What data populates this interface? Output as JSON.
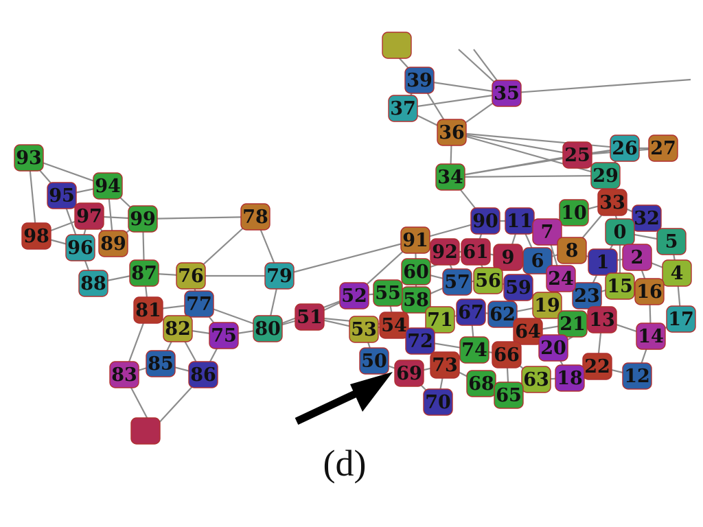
{
  "caption": "(d)",
  "colors": {
    "edge": "#8c8c8c",
    "border": "#b03030",
    "arrow": "#000000",
    "palette": {
      "green": "#33a33a",
      "blue": "#2a61a8",
      "navy": "#3b35a6",
      "purple": "#8b2bb5",
      "magenta": "#a8329e",
      "crimson": "#b02b4f",
      "red": "#b33a2a",
      "brown": "#b8752a",
      "olive": "#a8a830",
      "teal": "#2b9fa3",
      "lime": "#8fb531",
      "sea": "#2aa07a"
    }
  },
  "nodes": [
    {
      "id": "39",
      "color": "blue"
    },
    {
      "id": "37",
      "color": "teal"
    },
    {
      "id": "35",
      "color": "purple"
    },
    {
      "id": "36",
      "color": "brown"
    },
    {
      "id": "34",
      "color": "green"
    },
    {
      "id": "25",
      "color": "crimson"
    },
    {
      "id": "26",
      "color": "teal"
    },
    {
      "id": "27",
      "color": "brown"
    },
    {
      "id": "29",
      "color": "sea"
    },
    {
      "id": "33",
      "color": "red"
    },
    {
      "id": "32",
      "color": "navy"
    },
    {
      "id": "10",
      "color": "green"
    },
    {
      "id": "11",
      "color": "navy"
    },
    {
      "id": "90",
      "color": "navy"
    },
    {
      "id": "7",
      "color": "magenta"
    },
    {
      "id": "0",
      "color": "sea"
    },
    {
      "id": "5",
      "color": "sea"
    },
    {
      "id": "2",
      "color": "magenta"
    },
    {
      "id": "1",
      "color": "navy"
    },
    {
      "id": "8",
      "color": "brown"
    },
    {
      "id": "6",
      "color": "blue"
    },
    {
      "id": "9",
      "color": "crimson"
    },
    {
      "id": "61",
      "color": "crimson"
    },
    {
      "id": "92",
      "color": "crimson"
    },
    {
      "id": "91",
      "color": "brown"
    },
    {
      "id": "4",
      "color": "lime"
    },
    {
      "id": "16",
      "color": "brown"
    },
    {
      "id": "15",
      "color": "lime"
    },
    {
      "id": "23",
      "color": "blue"
    },
    {
      "id": "24",
      "color": "magenta"
    },
    {
      "id": "59",
      "color": "navy"
    },
    {
      "id": "56",
      "color": "lime"
    },
    {
      "id": "57",
      "color": "blue"
    },
    {
      "id": "60",
      "color": "green"
    },
    {
      "id": "58",
      "color": "green"
    },
    {
      "id": "55",
      "color": "green"
    },
    {
      "id": "52",
      "color": "purple"
    },
    {
      "id": "19",
      "color": "olive"
    },
    {
      "id": "13",
      "color": "crimson"
    },
    {
      "id": "21",
      "color": "green"
    },
    {
      "id": "17",
      "color": "teal"
    },
    {
      "id": "14",
      "color": "magenta"
    },
    {
      "id": "62",
      "color": "blue"
    },
    {
      "id": "67",
      "color": "navy"
    },
    {
      "id": "71",
      "color": "lime"
    },
    {
      "id": "54",
      "color": "red"
    },
    {
      "id": "53",
      "color": "olive"
    },
    {
      "id": "64",
      "color": "red"
    },
    {
      "id": "20",
      "color": "purple"
    },
    {
      "id": "72",
      "color": "navy"
    },
    {
      "id": "74",
      "color": "green"
    },
    {
      "id": "66",
      "color": "red"
    },
    {
      "id": "22",
      "color": "red"
    },
    {
      "id": "12",
      "color": "blue"
    },
    {
      "id": "73",
      "color": "red"
    },
    {
      "id": "69",
      "color": "crimson"
    },
    {
      "id": "50",
      "color": "blue"
    },
    {
      "id": "68",
      "color": "green"
    },
    {
      "id": "63",
      "color": "lime"
    },
    {
      "id": "18",
      "color": "purple"
    },
    {
      "id": "65",
      "color": "green"
    },
    {
      "id": "70",
      "color": "navy"
    },
    {
      "id": "51",
      "color": "crimson"
    },
    {
      "id": "80",
      "color": "sea"
    },
    {
      "id": "79",
      "color": "teal"
    },
    {
      "id": "78",
      "color": "brown"
    },
    {
      "id": "76",
      "color": "olive"
    },
    {
      "id": "77",
      "color": "blue"
    },
    {
      "id": "75",
      "color": "purple"
    },
    {
      "id": "81",
      "color": "red"
    },
    {
      "id": "82",
      "color": "olive"
    },
    {
      "id": "85",
      "color": "blue"
    },
    {
      "id": "86",
      "color": "navy"
    },
    {
      "id": "83",
      "color": "magenta"
    },
    {
      "id": "87",
      "color": "green"
    },
    {
      "id": "88",
      "color": "teal"
    },
    {
      "id": "96",
      "color": "teal"
    },
    {
      "id": "89",
      "color": "brown"
    },
    {
      "id": "99",
      "color": "green"
    },
    {
      "id": "97",
      "color": "crimson"
    },
    {
      "id": "95",
      "color": "navy"
    },
    {
      "id": "94",
      "color": "green"
    },
    {
      "id": "93",
      "color": "green"
    },
    {
      "id": "98",
      "color": "red"
    }
  ],
  "edges": [
    [
      "39",
      "37"
    ],
    [
      "39",
      "35"
    ],
    [
      "39",
      "36"
    ],
    [
      "37",
      "36"
    ],
    [
      "37",
      "35"
    ],
    [
      "36",
      "35"
    ],
    [
      "36",
      "34"
    ],
    [
      "36",
      "25"
    ],
    [
      "36",
      "26"
    ],
    [
      "36",
      "29"
    ],
    [
      "34",
      "29"
    ],
    [
      "34",
      "25"
    ],
    [
      "34",
      "26"
    ],
    [
      "34",
      "90"
    ],
    [
      "25",
      "26"
    ],
    [
      "25",
      "27"
    ],
    [
      "26",
      "27"
    ],
    [
      "29",
      "26"
    ],
    [
      "29",
      "33"
    ],
    [
      "33",
      "32"
    ],
    [
      "33",
      "0"
    ],
    [
      "33",
      "8"
    ],
    [
      "32",
      "0"
    ],
    [
      "32",
      "5"
    ],
    [
      "0",
      "5"
    ],
    [
      "0",
      "2"
    ],
    [
      "0",
      "1"
    ],
    [
      "2",
      "4"
    ],
    [
      "2",
      "16"
    ],
    [
      "1",
      "8"
    ],
    [
      "1",
      "23"
    ],
    [
      "8",
      "7"
    ],
    [
      "8",
      "6"
    ],
    [
      "7",
      "11"
    ],
    [
      "7",
      "10"
    ],
    [
      "11",
      "90"
    ],
    [
      "11",
      "6"
    ],
    [
      "90",
      "61"
    ],
    [
      "90",
      "91"
    ],
    [
      "9",
      "61"
    ],
    [
      "9",
      "6"
    ],
    [
      "9",
      "24"
    ],
    [
      "61",
      "92"
    ],
    [
      "92",
      "91"
    ],
    [
      "91",
      "79"
    ],
    [
      "91",
      "60"
    ],
    [
      "91",
      "52"
    ],
    [
      "6",
      "24"
    ],
    [
      "6",
      "59"
    ],
    [
      "24",
      "19"
    ],
    [
      "24",
      "23"
    ],
    [
      "23",
      "15"
    ],
    [
      "15",
      "16"
    ],
    [
      "16",
      "4"
    ],
    [
      "4",
      "17"
    ],
    [
      "17",
      "14"
    ],
    [
      "14",
      "13"
    ],
    [
      "14",
      "12"
    ],
    [
      "13",
      "21"
    ],
    [
      "13",
      "22"
    ],
    [
      "21",
      "19"
    ],
    [
      "21",
      "20"
    ],
    [
      "20",
      "64"
    ],
    [
      "20",
      "18"
    ],
    [
      "19",
      "62"
    ],
    [
      "59",
      "56"
    ],
    [
      "59",
      "62"
    ],
    [
      "56",
      "57"
    ],
    [
      "57",
      "60"
    ],
    [
      "60",
      "58"
    ],
    [
      "58",
      "55"
    ],
    [
      "55",
      "52"
    ],
    [
      "58",
      "71"
    ],
    [
      "71",
      "67"
    ],
    [
      "67",
      "62"
    ],
    [
      "62",
      "64"
    ],
    [
      "64",
      "66"
    ],
    [
      "66",
      "74"
    ],
    [
      "74",
      "72"
    ],
    [
      "72",
      "54"
    ],
    [
      "54",
      "53"
    ],
    [
      "53",
      "51"
    ],
    [
      "54",
      "55"
    ],
    [
      "54",
      "58"
    ],
    [
      "73",
      "69"
    ],
    [
      "69",
      "50"
    ],
    [
      "73",
      "72"
    ],
    [
      "69",
      "70"
    ],
    [
      "68",
      "65"
    ],
    [
      "65",
      "63"
    ],
    [
      "63",
      "18"
    ],
    [
      "18",
      "22"
    ],
    [
      "22",
      "12"
    ],
    [
      "66",
      "65"
    ],
    [
      "68",
      "73"
    ],
    [
      "70",
      "73"
    ],
    [
      "51",
      "80"
    ],
    [
      "51",
      "52"
    ],
    [
      "80",
      "79"
    ],
    [
      "79",
      "76"
    ],
    [
      "78",
      "79"
    ],
    [
      "78",
      "76"
    ],
    [
      "78",
      "99"
    ],
    [
      "76",
      "87"
    ],
    [
      "76",
      "77"
    ],
    [
      "77",
      "81"
    ],
    [
      "77",
      "82"
    ],
    [
      "77",
      "80"
    ],
    [
      "82",
      "81"
    ],
    [
      "82",
      "85"
    ],
    [
      "82",
      "75"
    ],
    [
      "75",
      "80"
    ],
    [
      "75",
      "77"
    ],
    [
      "85",
      "86"
    ],
    [
      "85",
      "83"
    ],
    [
      "86",
      "75"
    ],
    [
      "86",
      "82"
    ],
    [
      "83",
      "81"
    ],
    [
      "87",
      "81"
    ],
    [
      "87",
      "99"
    ],
    [
      "87",
      "88"
    ],
    [
      "88",
      "96"
    ],
    [
      "96",
      "95"
    ],
    [
      "96",
      "97"
    ],
    [
      "89",
      "97"
    ],
    [
      "89",
      "99"
    ],
    [
      "89",
      "94"
    ],
    [
      "99",
      "97"
    ],
    [
      "99",
      "94"
    ],
    [
      "97",
      "95"
    ],
    [
      "97",
      "98"
    ],
    [
      "95",
      "93"
    ],
    [
      "95",
      "94"
    ],
    [
      "98",
      "93"
    ],
    [
      "98",
      "96"
    ],
    [
      "94",
      "93"
    ],
    [
      "61",
      "56"
    ],
    [
      "92",
      "57"
    ],
    [
      "10",
      "33"
    ],
    [
      "11",
      "9"
    ],
    [
      "52",
      "80"
    ],
    [
      "53",
      "50"
    ],
    [
      "51",
      "54"
    ],
    [
      "58",
      "57"
    ],
    [
      "60",
      "61"
    ],
    [
      "67",
      "74"
    ],
    [
      "64",
      "21"
    ],
    [
      "62",
      "6"
    ],
    [
      "71",
      "72"
    ],
    [
      "20",
      "13"
    ],
    [
      "63",
      "66"
    ],
    [
      "16",
      "14"
    ],
    [
      "5",
      "4"
    ],
    [
      "2",
      "1"
    ],
    [
      "0",
      "15"
    ],
    [
      "7",
      "24"
    ]
  ]
}
